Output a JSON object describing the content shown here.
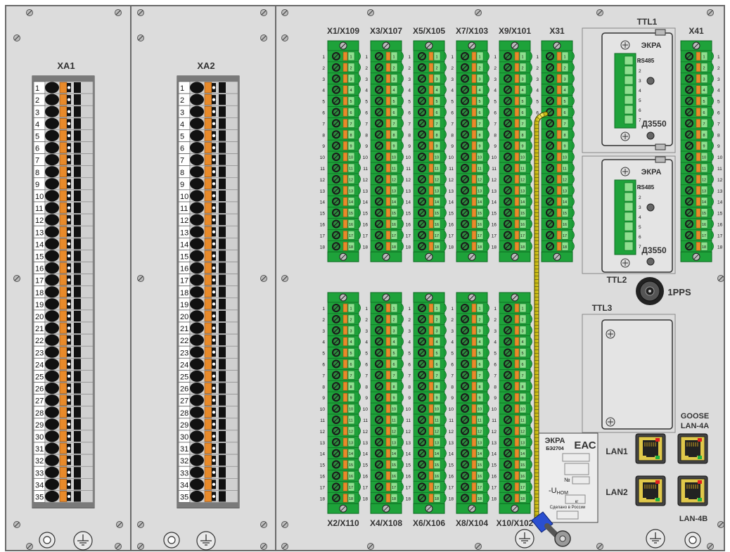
{
  "panels": {
    "xa1": {
      "label": "XA1",
      "rows": 35
    },
    "xa2": {
      "label": "XA2",
      "rows": 35
    }
  },
  "main": {
    "top_blocks": [
      {
        "label": "X1/X109"
      },
      {
        "label": "X3/X107"
      },
      {
        "label": "X5/X105"
      },
      {
        "label": "X7/X103"
      },
      {
        "label": "X9/X101"
      },
      {
        "label": "X31"
      }
    ],
    "bottom_blocks": [
      {
        "label": "X2/X110"
      },
      {
        "label": "X4/X108"
      },
      {
        "label": "X6/X106"
      },
      {
        "label": "X8/X104"
      },
      {
        "label": "X10/X102"
      }
    ],
    "right_block": {
      "label": "X41"
    },
    "block_rows": 18,
    "ttl1": {
      "label": "TTL1",
      "brand": "ЭКРА",
      "port": "RS485",
      "model": "Д3550"
    },
    "ttl2": {
      "label": "TTL2",
      "brand": "ЭКРА",
      "port": "RS485",
      "model": "Д3550"
    },
    "ttl3": {
      "label": "TTL3"
    },
    "pps": {
      "label": "1PPS"
    },
    "lan": {
      "lan1": "LAN1",
      "lan2": "LAN2",
      "goose": "GOOSE",
      "lan4a": "LAN-4A",
      "lan4b": "LAN-4B"
    },
    "nameplate": {
      "brand": "ЭКРА",
      "cert": "ЕАС",
      "model": "БЭ2704",
      "no": "№",
      "u_nom_prefix": "-U",
      "u_nom_sub": "НОМ",
      "kg": "кг",
      "made": "Сделано в России"
    }
  },
  "colors": {
    "frame": "#dcdcdc",
    "frame_stroke": "#6a6a6a",
    "terminal_green": "#1ea23a",
    "terminal_dark": "#0d6b22",
    "orange": "#e88a2a",
    "yellow": "#f0e02a",
    "blue": "#2a4fd0"
  }
}
